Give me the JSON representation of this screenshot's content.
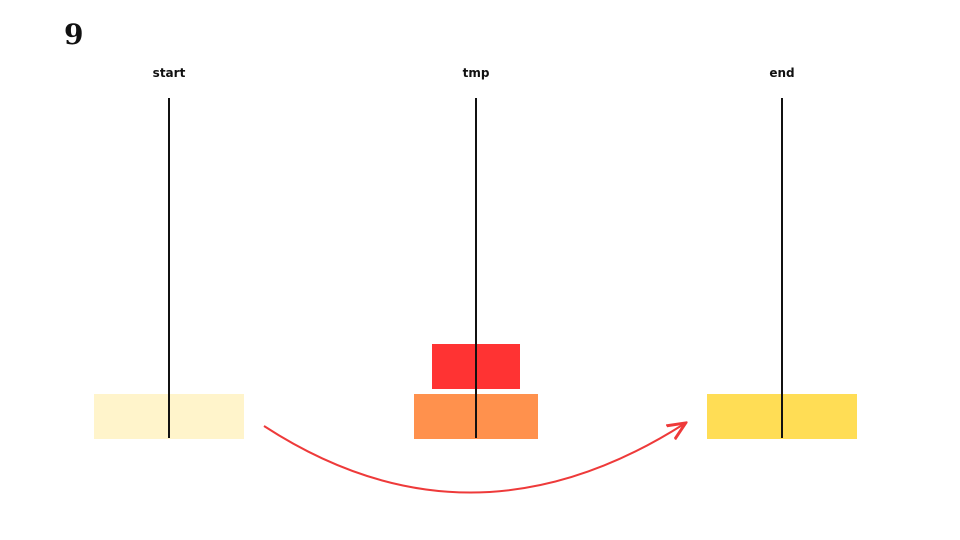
{
  "step": "9",
  "pegs": [
    {
      "label": "start"
    },
    {
      "label": "tmp"
    },
    {
      "label": "end"
    }
  ],
  "disks": [
    {
      "name": "disk-faded",
      "peg": 0,
      "level": 0,
      "size": 3,
      "color": "#FFF3C8",
      "role": "moving-source"
    },
    {
      "name": "disk-orange",
      "peg": 1,
      "level": 0,
      "size": 2,
      "color": "#FF914D"
    },
    {
      "name": "disk-red",
      "peg": 1,
      "level": 1,
      "size": 1,
      "color": "#FF3333"
    },
    {
      "name": "disk-yellow",
      "peg": 2,
      "level": 0,
      "size": 3,
      "color": "#FFDD55"
    }
  ],
  "move": {
    "from": 0,
    "to": 2,
    "color": "#EE3A3A"
  }
}
